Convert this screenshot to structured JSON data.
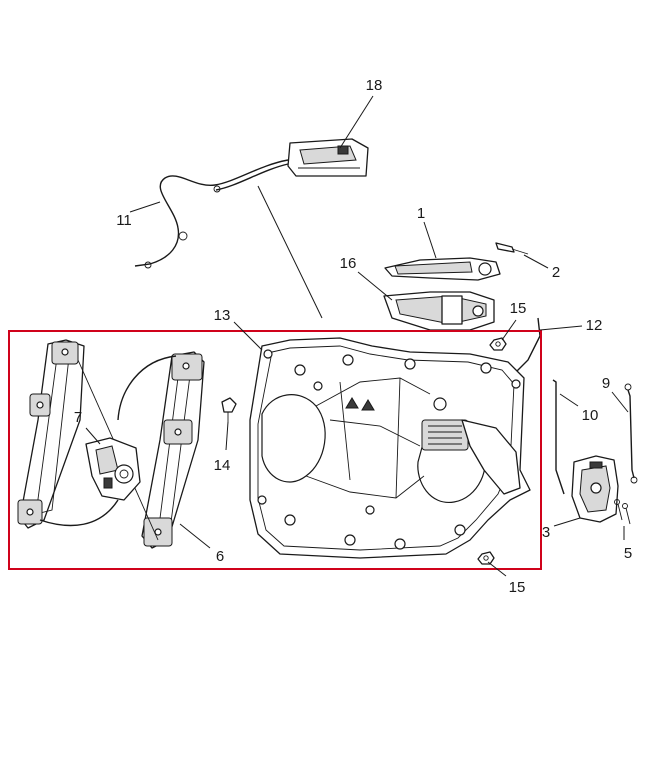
{
  "highlight_color": "#d0021b",
  "line_color": "#1a1a1a",
  "callouts": {
    "c1": "1",
    "c2": "2",
    "c3": "3",
    "c5": "5",
    "c6": "6",
    "c7": "7",
    "c9": "9",
    "c10": "10",
    "c11": "11",
    "c12": "12",
    "c13": "13",
    "c14": "14",
    "c15a": "15",
    "c15b": "15",
    "c16": "16",
    "c18": "18"
  }
}
